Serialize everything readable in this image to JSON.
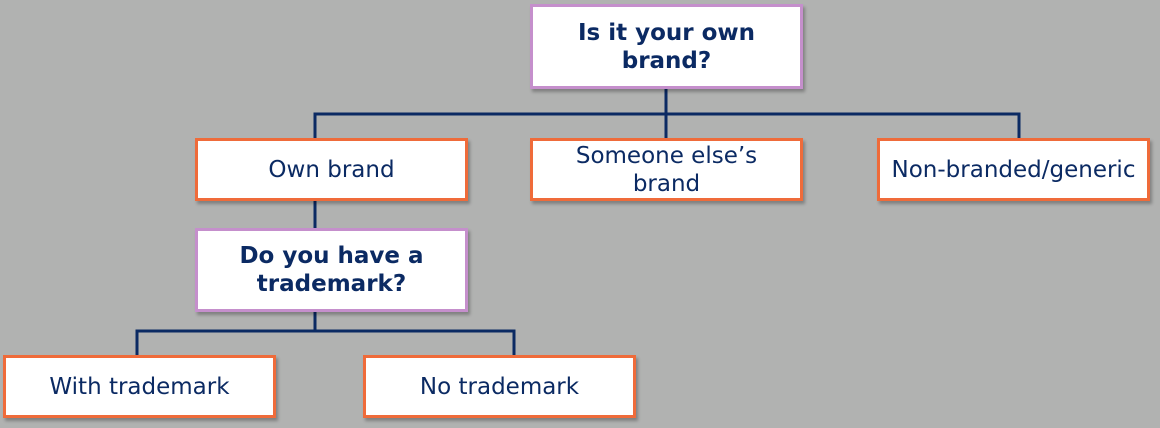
{
  "colors": {
    "background": "#b1b2b1",
    "question_border": "#c58fcc",
    "answer_border": "#ef6b3a",
    "connector": "#0b2a63",
    "text": "#0b2a63"
  },
  "diagram": {
    "q1": {
      "text": "Is it your own brand?"
    },
    "answers1": [
      {
        "text": "Own brand"
      },
      {
        "text": "Someone else’s brand"
      },
      {
        "text": "Non-branded/generic"
      }
    ],
    "q2": {
      "text": "Do you have a trademark?"
    },
    "answers2": [
      {
        "text": "With trademark"
      },
      {
        "text": "No trademark"
      }
    ]
  }
}
